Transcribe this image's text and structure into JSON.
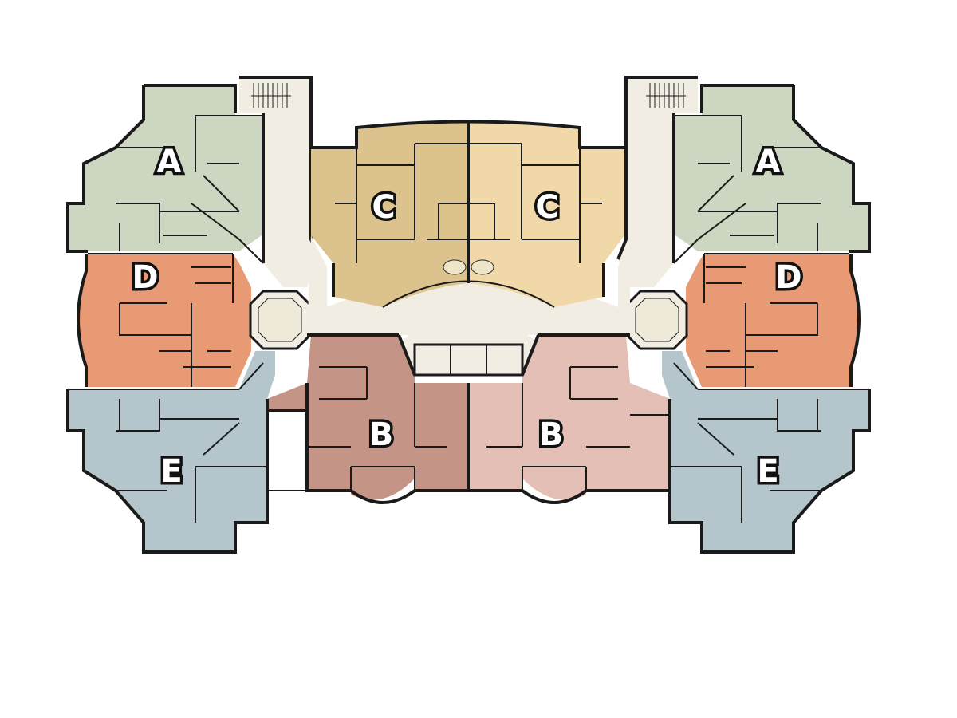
{
  "floor_plan": {
    "colors": {
      "unit_a": "#cdd6c0",
      "unit_b_left": "#c49486",
      "unit_b_right": "#e4bfb5",
      "unit_c_left": "#dcc28c",
      "unit_c_right": "#f1d8a8",
      "unit_d": "#e79a74",
      "unit_e": "#b5c5cc",
      "corridor": "#f2ede2",
      "walls": "#1a1a1a"
    },
    "units": [
      {
        "id": "a-left",
        "label": "A"
      },
      {
        "id": "c-left",
        "label": "C"
      },
      {
        "id": "c-right",
        "label": "C"
      },
      {
        "id": "a-right",
        "label": "A"
      },
      {
        "id": "d-left",
        "label": "D"
      },
      {
        "id": "d-right",
        "label": "D"
      },
      {
        "id": "b-left",
        "label": "B"
      },
      {
        "id": "b-right",
        "label": "B"
      },
      {
        "id": "e-left",
        "label": "E"
      },
      {
        "id": "e-right",
        "label": "E"
      }
    ]
  }
}
